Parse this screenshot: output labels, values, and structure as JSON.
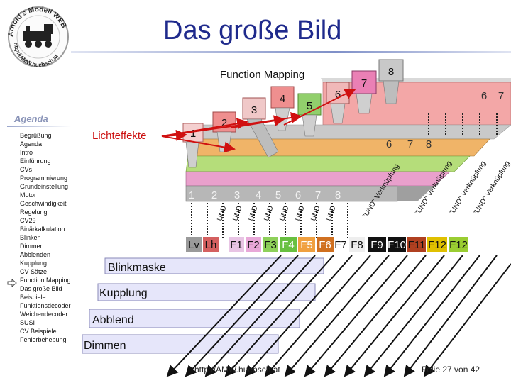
{
  "logo": {
    "text_top": "Arnold's Modell WEB",
    "text_bottom": "http://AMW.huebsch.at"
  },
  "title": "Das große Bild",
  "agenda": {
    "heading": "Agenda",
    "items": [
      "Begrüßung",
      "Agenda",
      "Intro",
      "Einführung",
      "CVs",
      "Programmierung",
      "Grundeinstellung",
      "Motor",
      "Geschwindigkeit",
      "Regelung",
      "CV29",
      "Binärkalkulation",
      "Blinken",
      "Dimmen",
      "Abblenden",
      "Kupplung",
      "CV Sätze",
      "Function Mapping",
      "Das große Bild",
      "Beispiele",
      "Funktionsdecoder",
      "Weichendecoder",
      "SUSI",
      "CV Beispiele",
      "Fehlerbehebung"
    ],
    "current": "Function Mapping"
  },
  "diagram": {
    "function_mapping_label": "Function Mapping",
    "lichteffekte_label": "Lichteffekte",
    "top_numbers": [
      "1",
      "2",
      "3",
      "4",
      "5",
      "6",
      "7",
      "8"
    ],
    "right_top_numbers": [
      "6",
      "7"
    ],
    "row2_numbers": [
      "6",
      "7",
      "8"
    ],
    "front_numbers": [
      "1",
      "2",
      "3",
      "4",
      "5",
      "6",
      "7",
      "8"
    ],
    "und_short": "UND",
    "und_long": "\"UND\" Verknüpfung",
    "function_keys": [
      "Lv",
      "Lh",
      "F1",
      "F2",
      "F3",
      "F4",
      "F5",
      "F6",
      "F7",
      "F8",
      "F9",
      "F10",
      "F11",
      "F12"
    ],
    "bars": [
      "Blinkmaske",
      "Kupplung",
      "Abblend",
      "Dimmen"
    ]
  },
  "footer": {
    "url": "http://AMW.huebsch.at",
    "page": "Folie 27 von 42"
  }
}
